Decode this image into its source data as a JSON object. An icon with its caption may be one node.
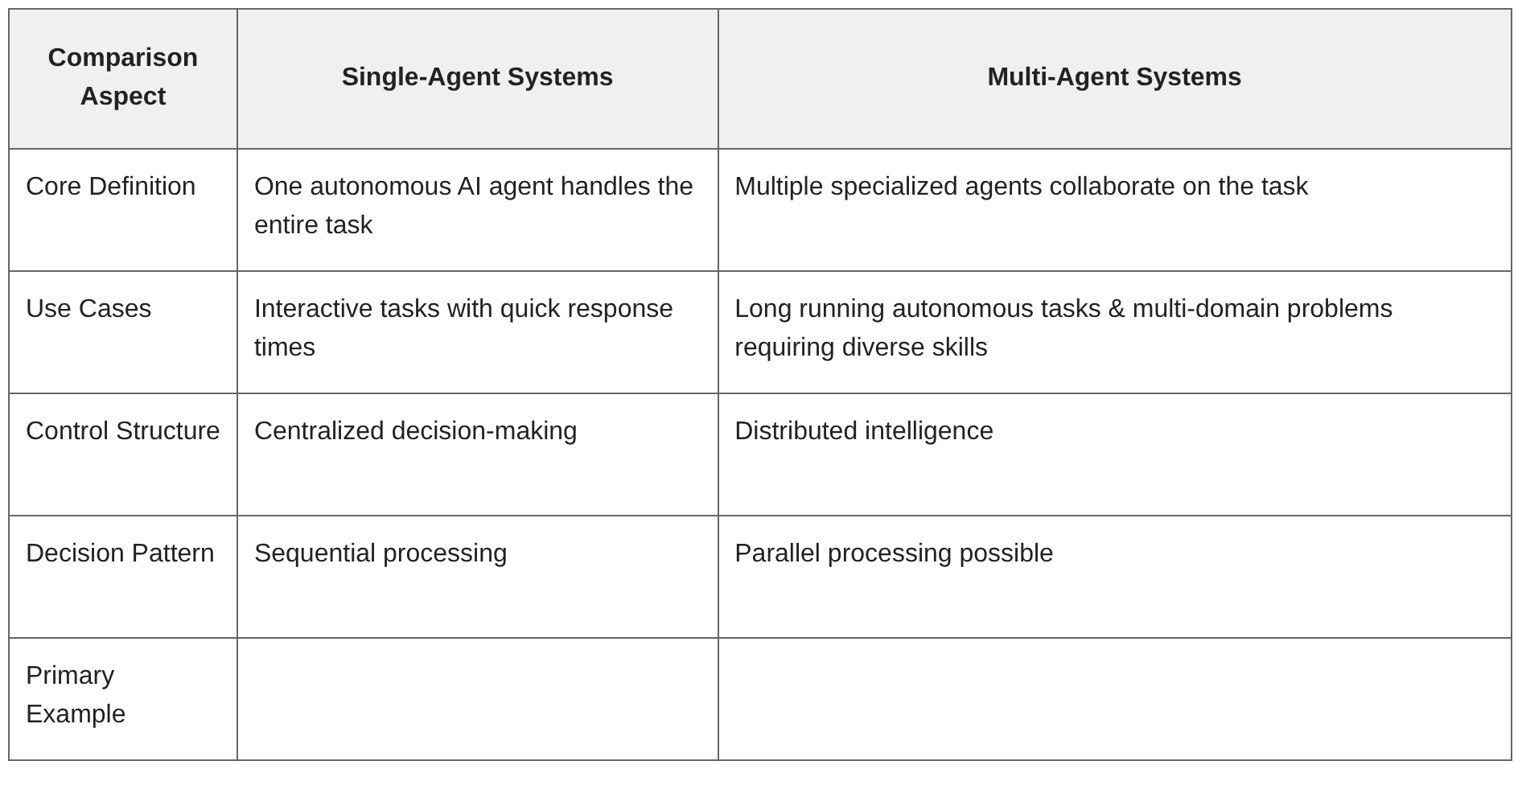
{
  "diagram": {
    "labels": [
      "Comparison Aspect",
      "Single-Agent Systems",
      "Multi-Agent Systems",
      "Core Definition",
      "One autonomous AI agent handles the entire task",
      "Multiple specialized agents collaborate on the task",
      "Use Cases",
      "Interactive tasks with quick response times",
      "Long running autonomous tasks & multi-domain problems requiring diverse skills",
      "Control Structure",
      "Centralized decision-making",
      "Distributed intelligence",
      "Decision Pattern",
      "Sequential processing",
      "Parallel processing possible",
      "Primary Example"
    ]
  }
}
